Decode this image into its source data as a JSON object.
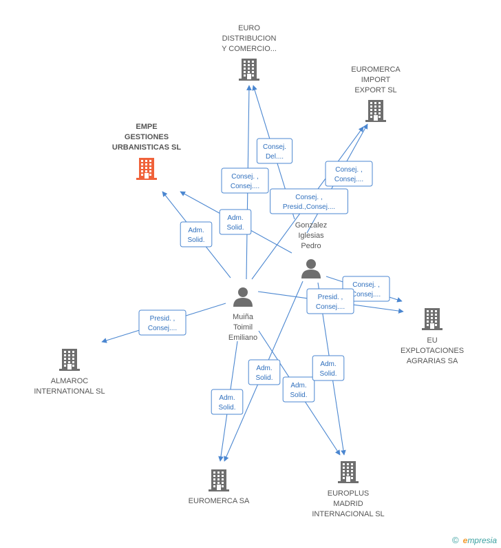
{
  "colors": {
    "edge": "#4a86d0",
    "company": "#6e6e6e",
    "focus_company": "#f0623a",
    "person": "#6e6e6e"
  },
  "companies": [
    {
      "id": "euro",
      "icon": "building-icon",
      "focus": false,
      "lines": [
        "EURO",
        "DISTRIBUCION",
        "Y COMERCIO..."
      ]
    },
    {
      "id": "euromerca_ie",
      "icon": "building-icon",
      "focus": false,
      "lines": [
        "EUROMERCA",
        "IMPORT",
        "EXPORT SL"
      ]
    },
    {
      "id": "empe",
      "icon": "building-icon",
      "focus": true,
      "lines": [
        "EMPE",
        "GESTIONES",
        "URBANISTICAS SL"
      ]
    },
    {
      "id": "eu_explot",
      "icon": "building-icon",
      "focus": false,
      "lines": [
        "EU",
        "EXPLOTACIONES",
        "AGRARIAS SA"
      ]
    },
    {
      "id": "almaroc",
      "icon": "building-icon",
      "focus": false,
      "lines": [
        "ALMAROC",
        "INTERNATIONAL SL"
      ]
    },
    {
      "id": "euromerca_sa",
      "icon": "building-icon",
      "focus": false,
      "lines": [
        "EUROMERCA SA"
      ]
    },
    {
      "id": "europlus",
      "icon": "building-icon",
      "focus": false,
      "lines": [
        "EUROPLUS",
        "MADRID",
        "INTERNACIONAL SL"
      ]
    }
  ],
  "persons": [
    {
      "id": "gonzalez",
      "icon": "person-icon",
      "lines": [
        "Gonzalez",
        "Iglesias",
        "Pedro"
      ]
    },
    {
      "id": "muina",
      "icon": "person-icon",
      "lines": [
        "Muiña",
        "Toimil",
        "Emiliano"
      ]
    }
  ],
  "edges": [
    {
      "from": "muina",
      "to": "euro",
      "label": [
        "Consej. ,",
        "Consej...."
      ]
    },
    {
      "from": "gonzalez",
      "to": "euro",
      "label": [
        "Consej.",
        "Del...."
      ]
    },
    {
      "from": "gonzalez",
      "to": "euromerca_ie",
      "label": [
        "Consej. ,",
        "Consej...."
      ]
    },
    {
      "from": "muina",
      "to": "euromerca_ie",
      "label": [
        "Consej. ,",
        "Presid.,Consej...."
      ]
    },
    {
      "from": "gonzalez",
      "to": "empe",
      "label": [
        "Adm.",
        "Solid."
      ]
    },
    {
      "from": "muina",
      "to": "empe",
      "label": [
        "Adm.",
        "Solid."
      ]
    },
    {
      "from": "gonzalez",
      "to": "eu_explot",
      "label": [
        "Consej. ,",
        "Consej...."
      ]
    },
    {
      "from": "muina",
      "to": "eu_explot",
      "label": [
        "Presid. ,",
        "Consej...."
      ]
    },
    {
      "from": "muina",
      "to": "almaroc",
      "label": [
        "Presid. ,",
        "Consej...."
      ]
    },
    {
      "from": "gonzalez",
      "to": "euromerca_sa",
      "label": [
        "Adm.",
        "Solid."
      ]
    },
    {
      "from": "muina",
      "to": "euromerca_sa",
      "label": [
        "Adm.",
        "Solid."
      ]
    },
    {
      "from": "muina",
      "to": "europlus",
      "label": [
        "Adm.",
        "Solid."
      ]
    },
    {
      "from": "gonzalez",
      "to": "europlus",
      "label": [
        "Adm.",
        "Solid."
      ]
    }
  ],
  "brand": {
    "copyright": "©",
    "initial": "e",
    "name": "mpresia"
  }
}
